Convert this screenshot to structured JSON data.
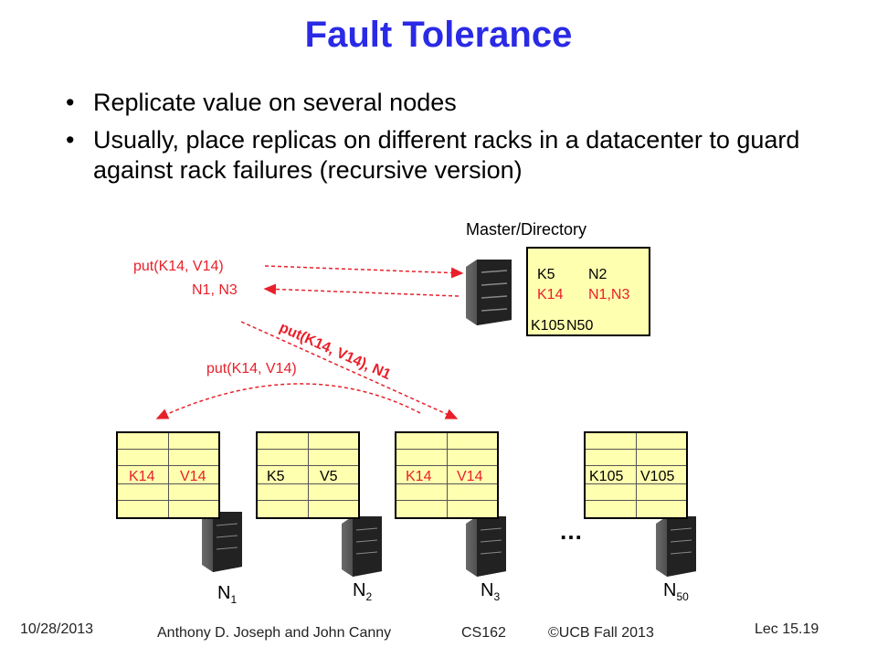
{
  "slide": {
    "title": "Fault Tolerance",
    "bullets": [
      "Replicate value on several nodes",
      "Usually, place replicas on different racks in a datacenter to guard against rack failures (recursive version)"
    ]
  },
  "diagram": {
    "master_label": "Master/Directory",
    "master_table": [
      {
        "key": "K5",
        "value": "N2",
        "highlight": false
      },
      {
        "key": "K14",
        "value": "N1,N3",
        "highlight": true
      },
      {
        "key": "K105",
        "value": "N50",
        "highlight": false
      }
    ],
    "messages": {
      "put_to_master": "put(K14, V14)",
      "master_reply": "N1, N3",
      "put_to_n3": "put(K14, V14), N1",
      "n3_to_n1": "put(K14, V14)"
    },
    "nodes": [
      {
        "key": "K14",
        "value": "V14",
        "highlight": true,
        "name": "N",
        "sub": "1"
      },
      {
        "key": "K5",
        "value": "V5",
        "highlight": false,
        "name": "N",
        "sub": "2"
      },
      {
        "key": "K14",
        "value": "V14",
        "highlight": true,
        "name": "N",
        "sub": "3"
      },
      {
        "key": "K105",
        "value": "V105",
        "highlight": false,
        "name": "N",
        "sub": "50"
      }
    ],
    "ellipsis": "…",
    "colors": {
      "highlight": "#e8202a",
      "title": "#2a2ae6",
      "table_fill": "#ffffb0"
    }
  },
  "footer": {
    "date": "10/28/2013",
    "authors": "Anthony D. Joseph and John Canny",
    "course": "CS162",
    "copyright": "©UCB Fall 2013",
    "lecture": "Lec 15.19"
  }
}
